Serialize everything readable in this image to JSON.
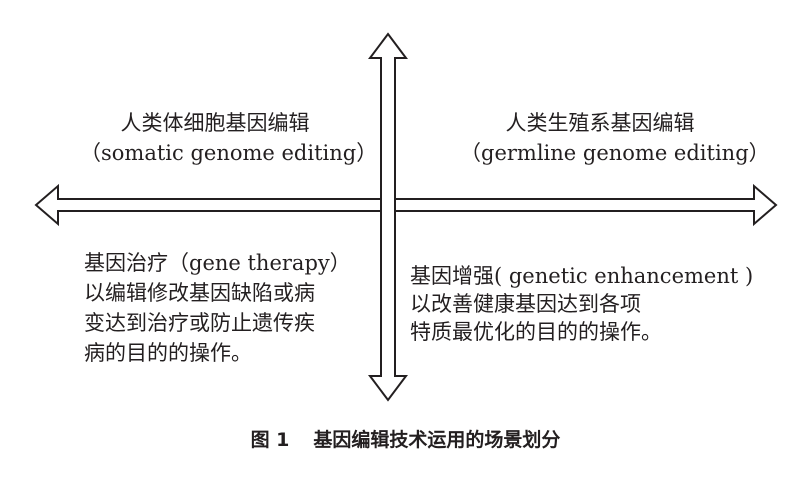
{
  "quadrants": {
    "top_left": {
      "title": "人类体细胞基因编辑",
      "subtitle": "（somatic genome editing）"
    },
    "top_right": {
      "title": "人类生殖系基因编辑",
      "subtitle": "（germline genome editing）"
    },
    "bottom_left": {
      "lines": [
        "基因治疗（gene therapy）",
        "以编辑修改基因缺陷或病",
        "变达到治疗或防止遗传疾",
        "病的目的的操作。"
      ]
    },
    "bottom_right": {
      "lines": [
        "基因增强( genetic enhancement )",
        "以改善健康基因达到各项",
        "特质最优化的目的的操作。"
      ]
    }
  },
  "caption": {
    "label": "图 1",
    "text": "基因编辑技术运用的场景划分"
  }
}
